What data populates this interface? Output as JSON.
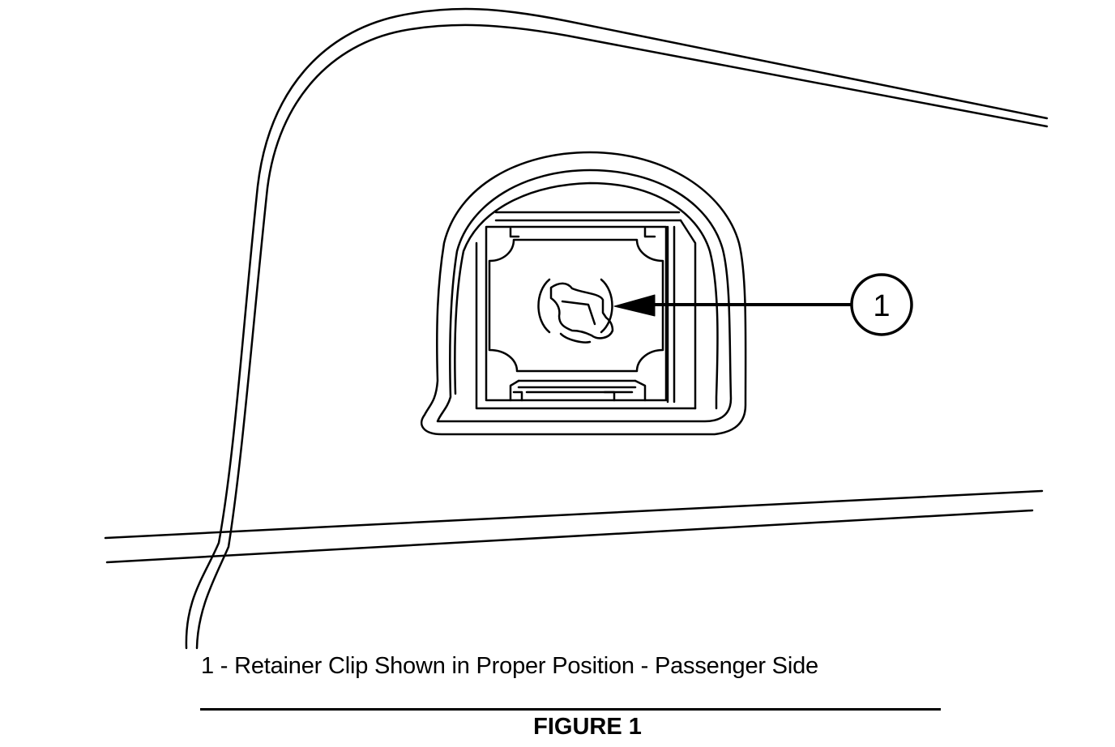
{
  "callout": {
    "number": "1"
  },
  "caption": {
    "text": "1 - Retainer Clip Shown in Proper Position - Passenger Side"
  },
  "figure": {
    "title": "FIGURE 1"
  },
  "colors": {
    "line": "#000000",
    "background": "#ffffff"
  }
}
